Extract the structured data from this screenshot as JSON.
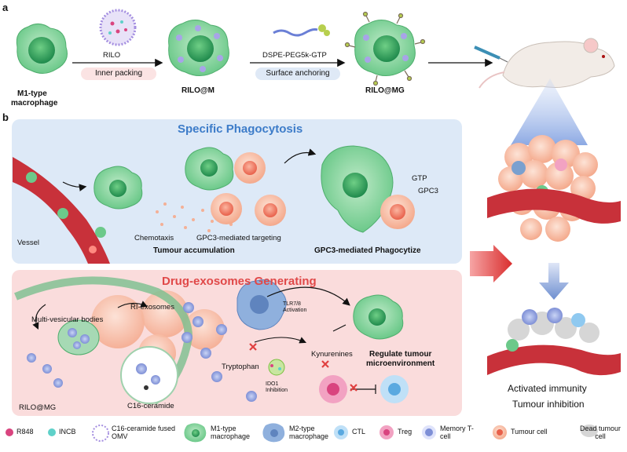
{
  "panel_a": {
    "letter": "a",
    "macrophage_label_1": "M1-type",
    "macrophage_label_2": "macrophage",
    "step1_label": "RILO",
    "step1_pill": "Inner packing",
    "mid_label": "RILO@M",
    "step2_label": "DSPE-PEG5k-GTP",
    "step2_pill": "Surface anchoring",
    "final_label": "RILO@MG"
  },
  "panel_b": {
    "letter": "b",
    "blue_title": "Specific Phagocytosis",
    "vessel": "Vessel",
    "chemotaxis": "Chemotaxis",
    "gpc3_targeting": "GPC3-mediated targeting",
    "tumour_accumulation": "Tumour accumulation",
    "gtp": "GTP",
    "gpc3": "GPC3",
    "phagocytize": "GPC3-mediated Phagocytize",
    "pink_title": "Drug-exosomes Generating",
    "ri_exosomes": "RI-exosomes",
    "mvb": "Multi-vesicular bodies",
    "tlr": "TLR7/8 Activation",
    "kynurenines": "Kynurenines",
    "tryptophan": "Tryptophan",
    "regulate_1": "Regulate tumour",
    "regulate_2": "microenvironment",
    "ido1": "IDO1 Inhibition",
    "rilo_mg": "RILO@MG",
    "c16": "C16-ceramide"
  },
  "right": {
    "activated": "Activated immunity",
    "inhibition": "Tumour inhibition"
  },
  "legend": [
    {
      "label": "R848",
      "color": "#d9447f"
    },
    {
      "label": "INCB",
      "color": "#5fd1c9"
    },
    {
      "label": "C16-ceramide fused OMV",
      "color": "#b8a6e0"
    },
    {
      "label": "M1-type macrophage",
      "color": "#6cc98a"
    },
    {
      "label": "M2-type macrophage",
      "color": "#7aa0cf"
    },
    {
      "label": "CTL",
      "color": "#8fc9f0"
    },
    {
      "label": "Treg",
      "color": "#f2a2c2"
    },
    {
      "label": "Memory T-cell",
      "color": "#a9b6f0"
    },
    {
      "label": "Tumour cell",
      "color": "#f7b49a"
    },
    {
      "label": "Dead tumour cell",
      "color": "#d6d6d6"
    }
  ]
}
